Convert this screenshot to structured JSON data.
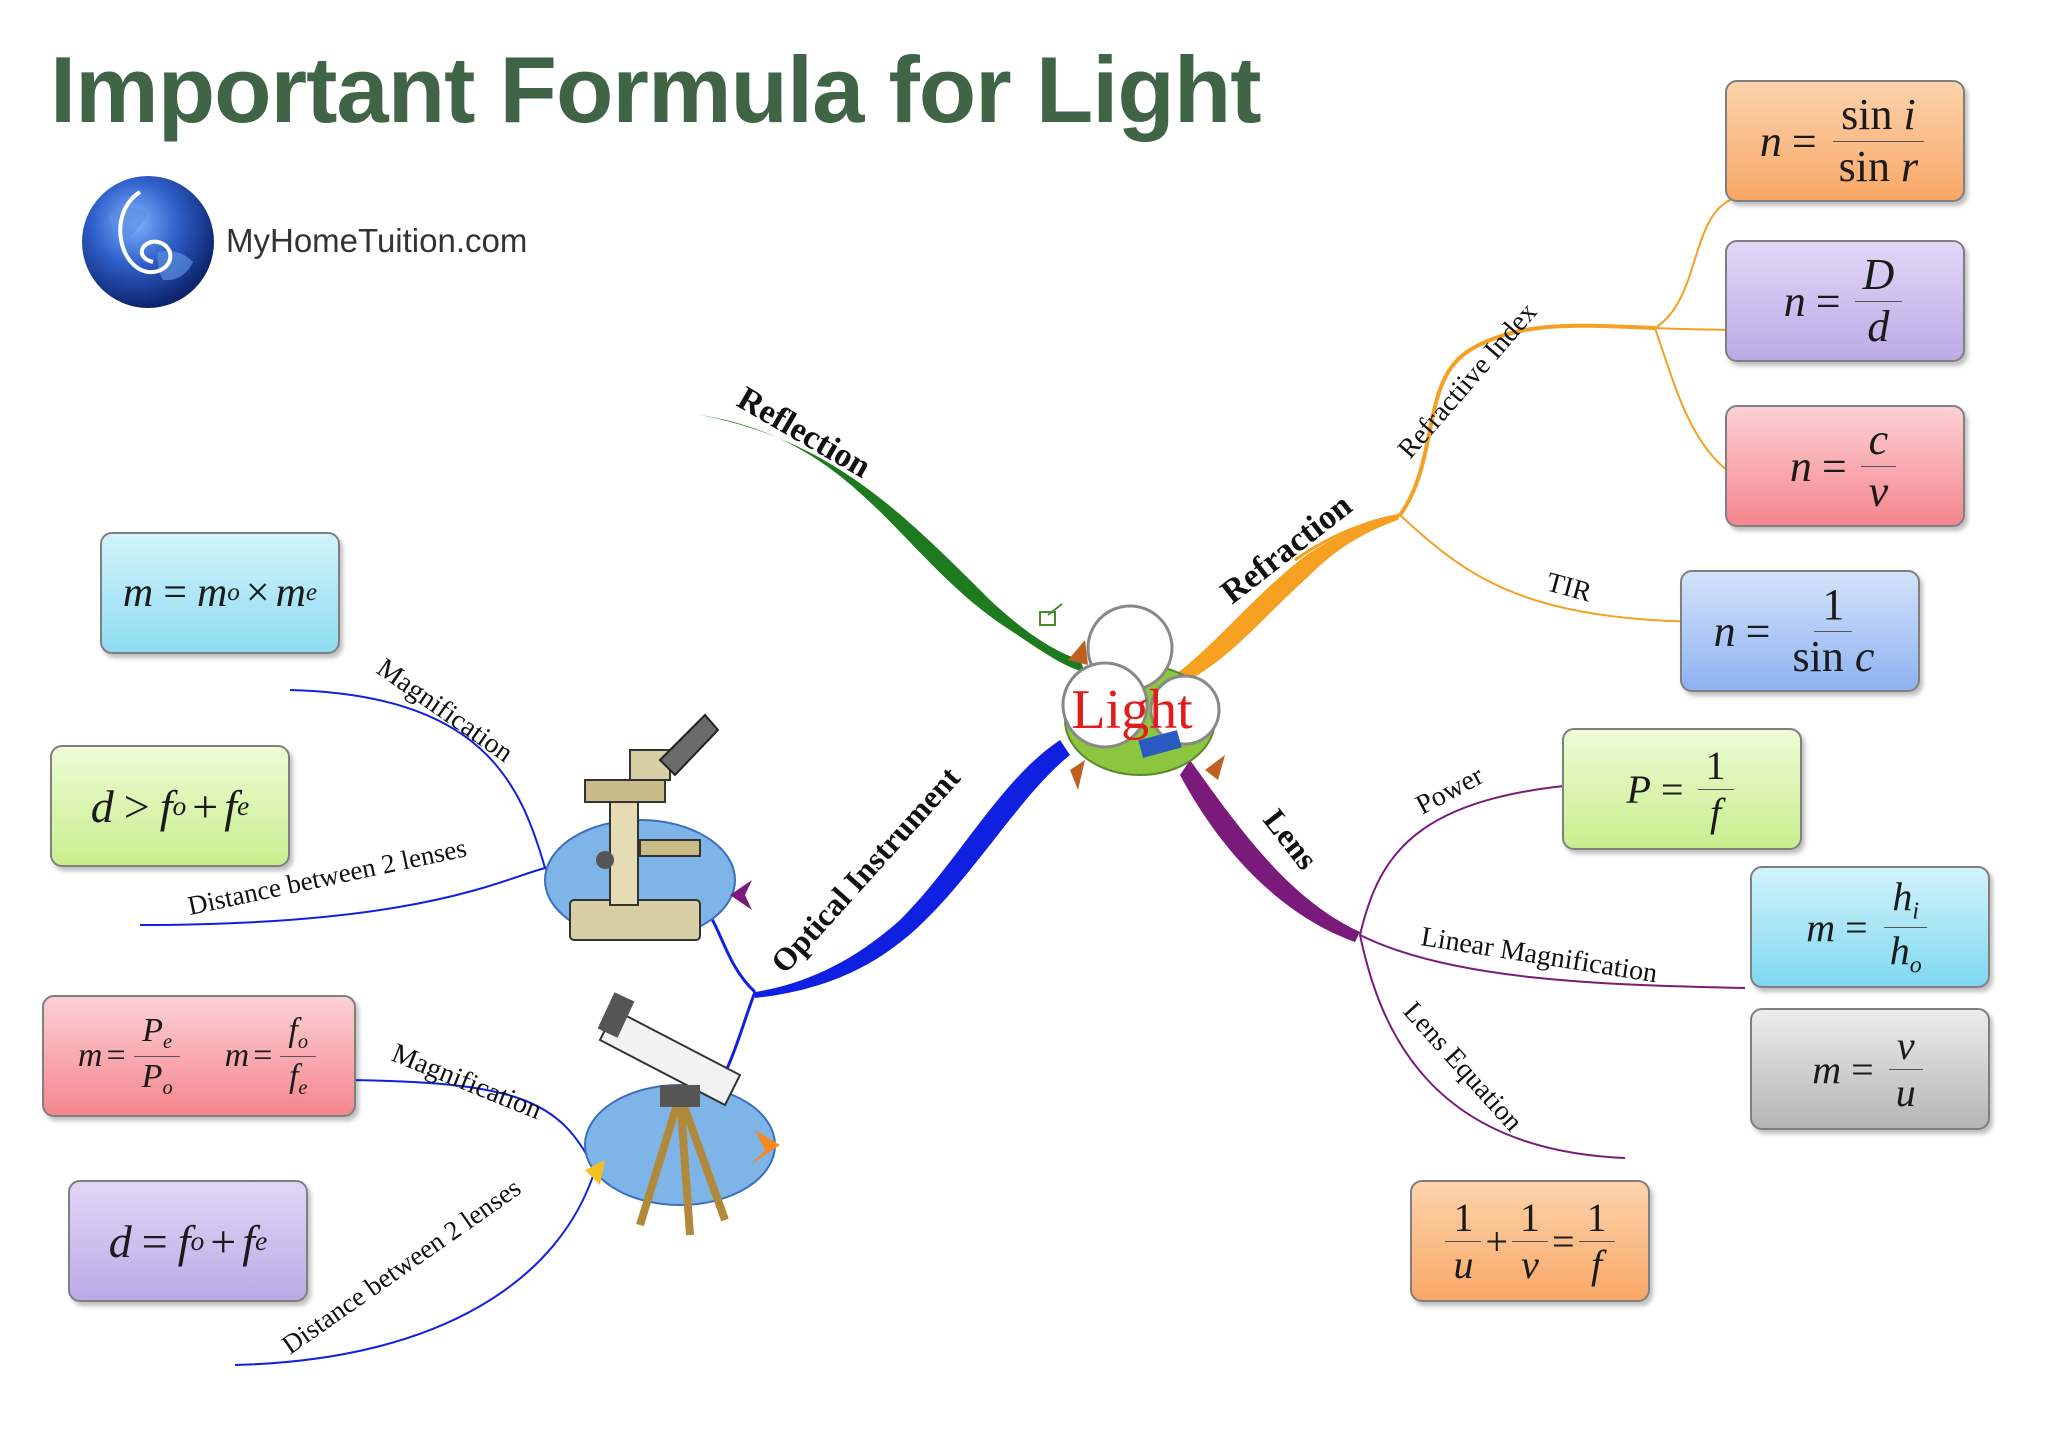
{
  "title": "Important Formula for Light",
  "site": "MyHomeTuition.com",
  "center": "Light",
  "branches": {
    "reflection": "Reflection",
    "refraction": "Refraction",
    "lens": "Lens",
    "optical": "Optical Instrument"
  },
  "sub_labels": {
    "refractive_index": "Refractiive Index",
    "tir": "TIR",
    "power": "Power",
    "linear_magnification": "Linear Magnification",
    "lens_equation": "Lens Equation",
    "magnification_top": "Magnification",
    "distance_top": "Distance between 2 lenses",
    "magnification_bottom": "Magnification",
    "distance_bottom": "Distance between 2 lenses"
  },
  "formulas": {
    "n_sin": {
      "lhs": "n",
      "num_fn": "sin",
      "num_var": "i",
      "den_fn": "sin",
      "den_var": "r"
    },
    "n_D": {
      "lhs": "n",
      "num": "D",
      "den": "d"
    },
    "n_c": {
      "lhs": "n",
      "num": "c",
      "den": "v"
    },
    "n_tir": {
      "lhs": "n",
      "num": "1",
      "den_fn": "sin",
      "den_var": "c"
    },
    "power": {
      "lhs": "P",
      "num": "1",
      "den": "f"
    },
    "lin_mag": {
      "lhs": "m",
      "num": "h",
      "num_sub": "i",
      "den": "h",
      "den_sub": "o"
    },
    "m_vu": {
      "lhs": "m",
      "num": "v",
      "den": "u"
    },
    "lens_eq": {
      "a_num": "1",
      "a_den": "u",
      "b_num": "1",
      "b_den": "v",
      "c_num": "1",
      "c_den": "f"
    },
    "m_mo_me": {
      "lhs": "m",
      "a": "m",
      "a_sub": "o",
      "op": "×",
      "b": "m",
      "b_sub": "e"
    },
    "d_gt": {
      "lhs": "d",
      "op": ">",
      "a": "f",
      "a_sub": "o",
      "b": "f",
      "b_sub": "e"
    },
    "m_telescope": {
      "lhs1": "m",
      "n1": "P",
      "n1_sub": "e",
      "d1": "P",
      "d1_sub": "o",
      "lhs2": "m",
      "n2": "f",
      "n2_sub": "o",
      "d2": "f",
      "d2_sub": "e"
    },
    "d_eq": {
      "lhs": "d",
      "a": "f",
      "a_sub": "o",
      "b": "f",
      "b_sub": "e"
    }
  },
  "colors": {
    "title": "#3f6446",
    "reflection": "#1e7a1e",
    "refraction": "#f5a020",
    "lens": "#7a1a7a",
    "optical": "#1020e0",
    "orange_box": "#fbc08a",
    "purple_box": "#cfc2ee",
    "pink_box": "#f7a8ae",
    "blue_box": "#a9c6f7",
    "green_box": "#dcf5b2",
    "cyan_box": "#a5e6f6",
    "grey_box": "#cccccc"
  }
}
